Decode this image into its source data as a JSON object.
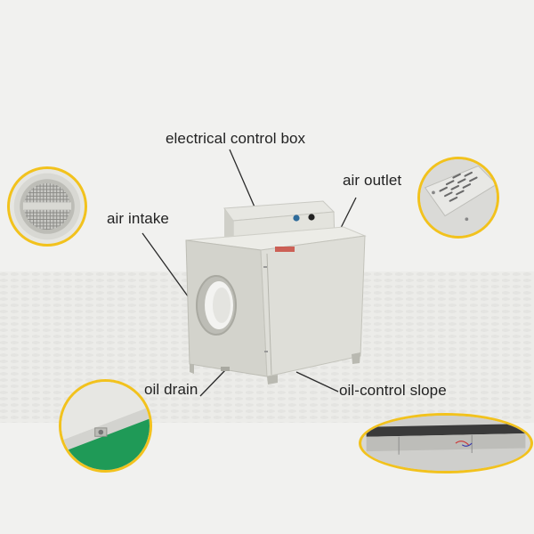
{
  "labels": {
    "control_box": "electrical control box",
    "air_outlet": "air outlet",
    "air_intake": "air intake",
    "oil_drain": "oil drain",
    "oil_slope": "oil-control slope"
  },
  "colors": {
    "circle_border": "#f2c21d",
    "background": "#f1f1ef",
    "unit_body": "#dcdcd6",
    "drain_green": "#1f9a57"
  }
}
